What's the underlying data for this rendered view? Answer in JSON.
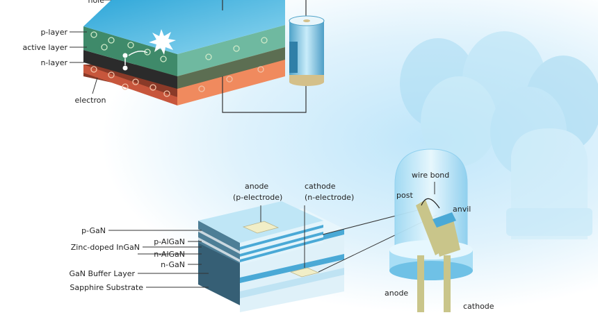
{
  "top": {
    "labels": {
      "hole": "hole",
      "p_layer": "p-layer",
      "active_layer": "active layer",
      "n_layer": "n-layer",
      "electron": "electron"
    }
  },
  "chip": {
    "anode_label": "anode",
    "anode_sub": "(p-electrode)",
    "cathode_label": "cathode",
    "cathode_sub": "(n-electrode)",
    "layers": {
      "p_gan": "p-GaN",
      "p_algan": "p-AlGaN",
      "zn_ingan": "Zinc-doped InGaN",
      "n_algan": "n-AlGaN",
      "n_gan": "n-GaN",
      "buffer": "GaN Buffer Layer",
      "substrate": "Sapphire Substrate"
    }
  },
  "led": {
    "wire_bond": "wire bond",
    "post": "post",
    "anvil": "anvil",
    "anode": "anode",
    "cathode": "cathode"
  },
  "colors": {
    "p_layer": "#3f8a6a",
    "active_layer": "#2b2b2b",
    "n_layer": "#8a3a28",
    "chip_top": "#bfe6f6",
    "lead": "#c9c58a"
  }
}
